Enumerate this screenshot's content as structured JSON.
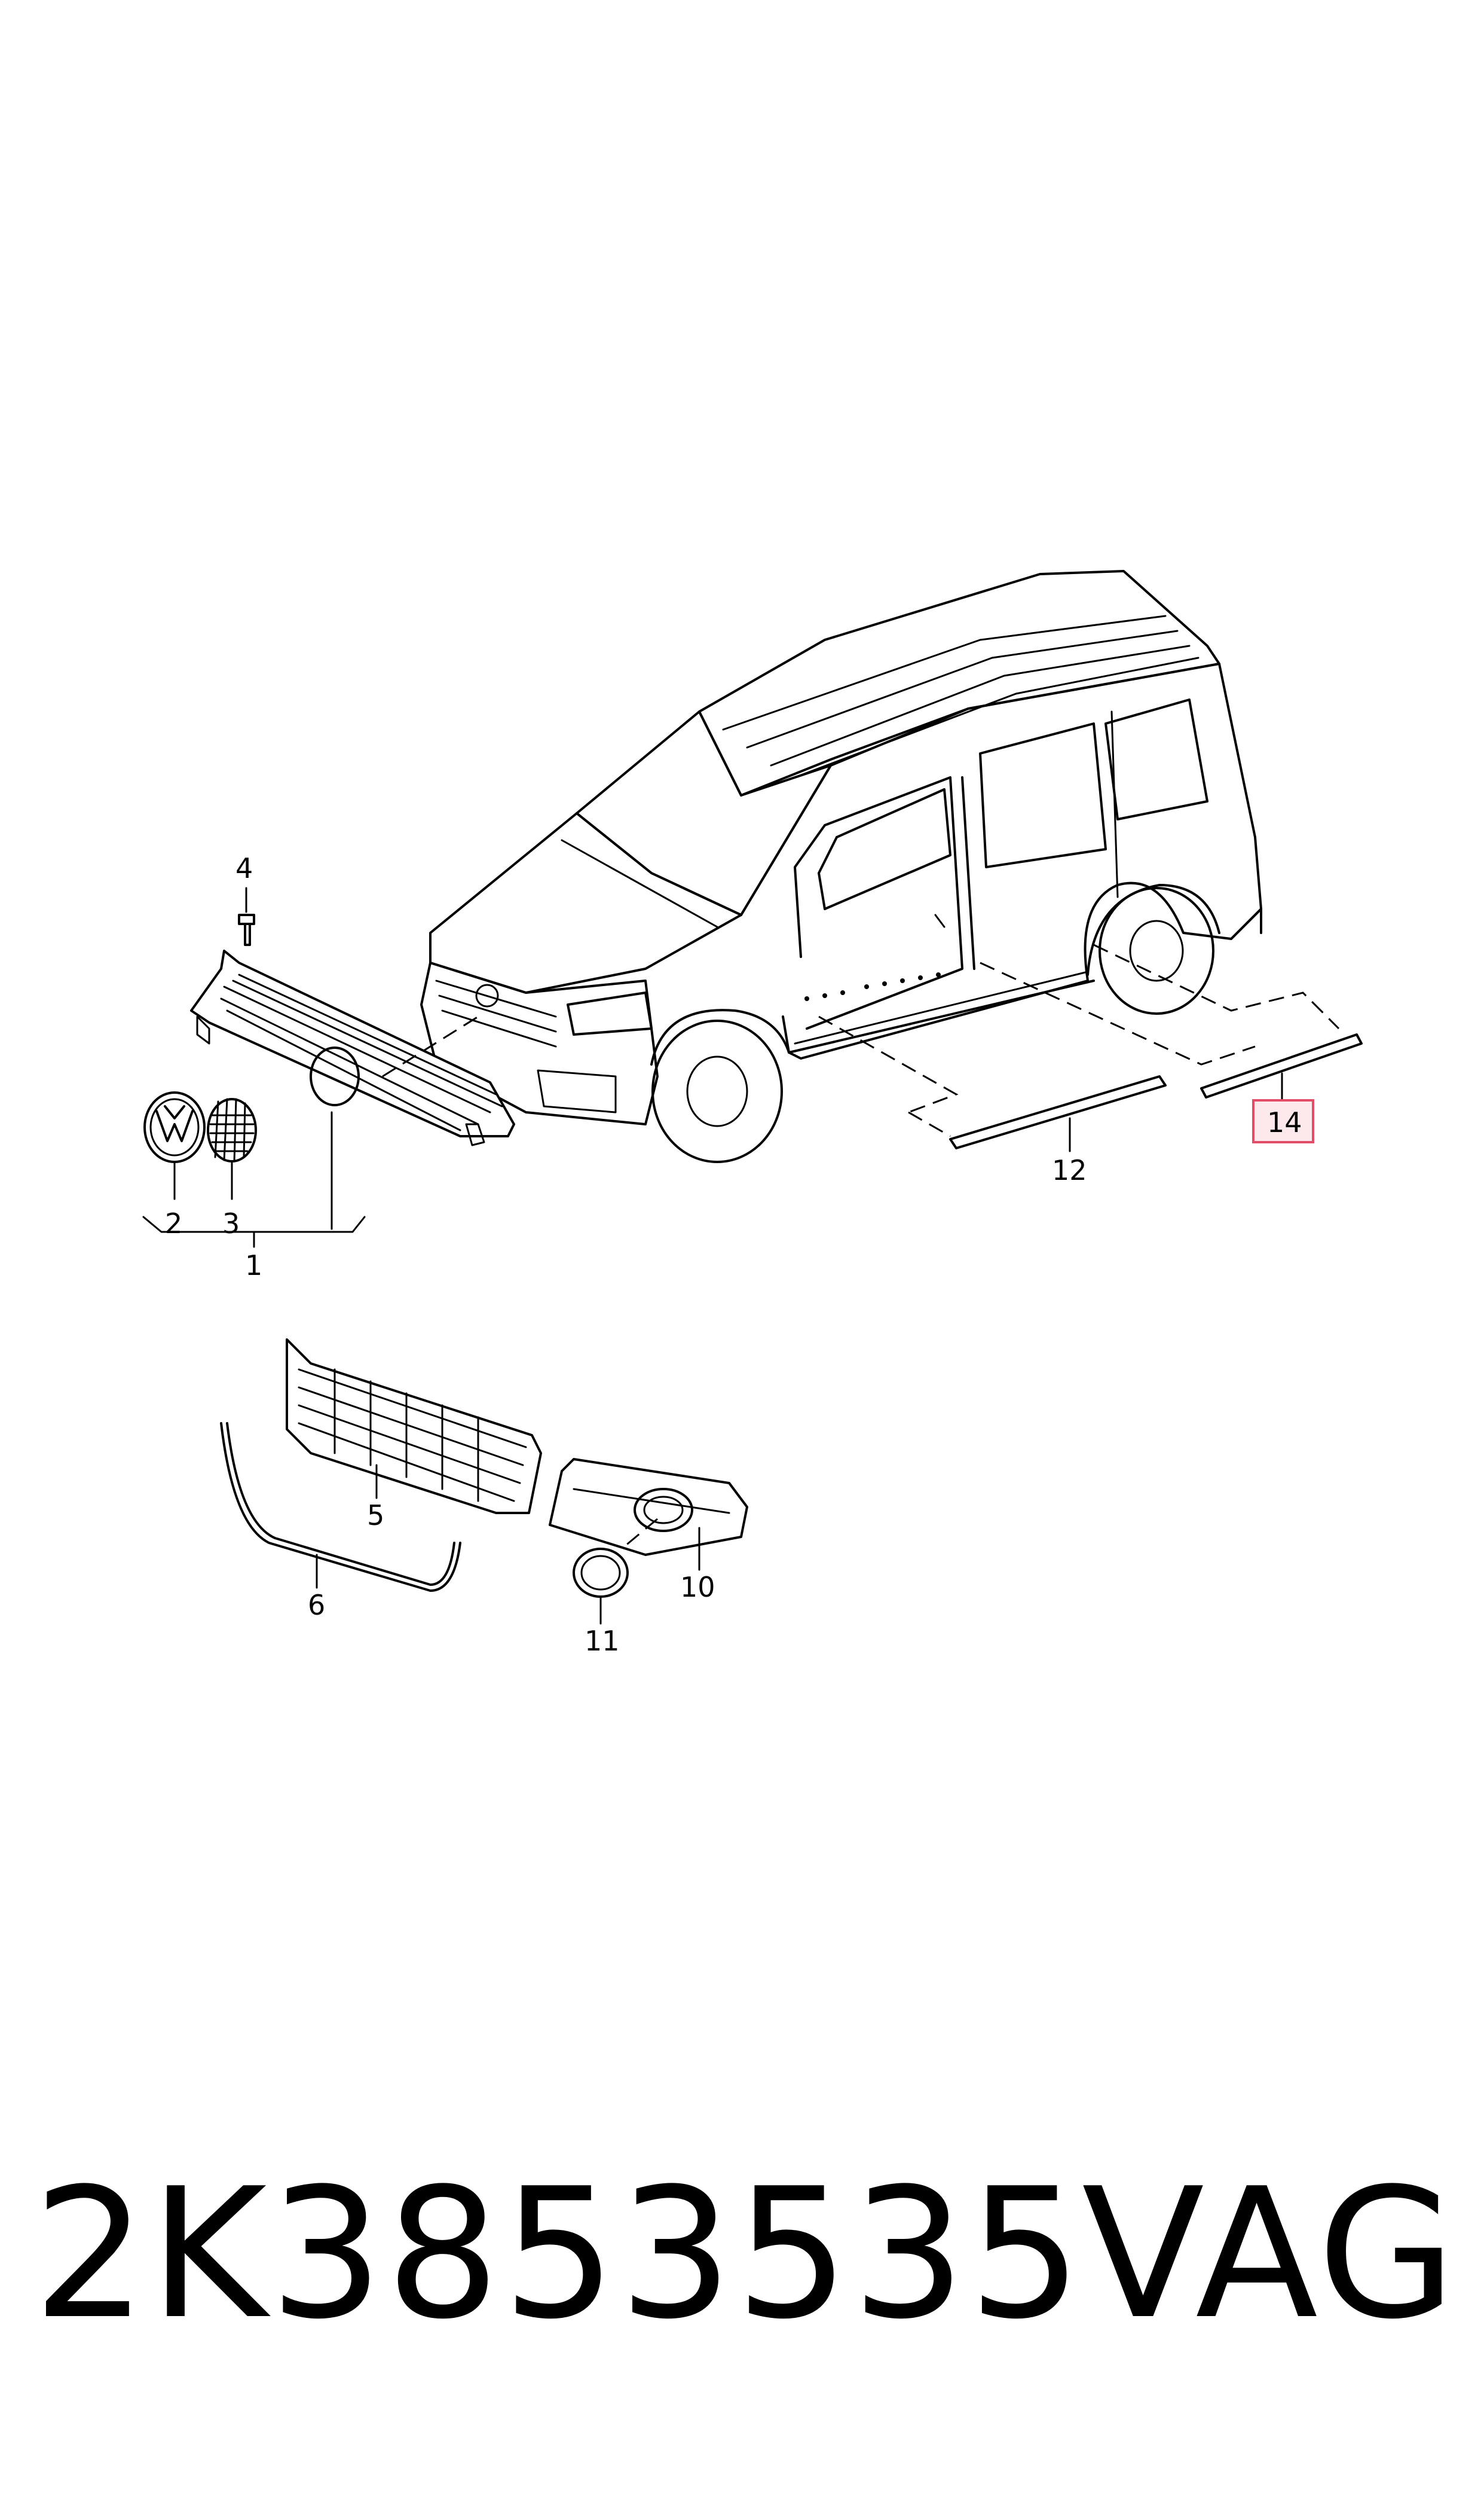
{
  "callouts": {
    "c1": "1",
    "c2": "2",
    "c3": "3",
    "c4": "4",
    "c5": "5",
    "c6": "6",
    "c10": "10",
    "c11": "11",
    "c12": "12",
    "c14": "14"
  },
  "highlight": {
    "callout": "14",
    "fill_color": "#fde9ec",
    "border_color": "#e24d68"
  },
  "footer": {
    "part_number": "2K3853535",
    "brand": "VAG"
  }
}
